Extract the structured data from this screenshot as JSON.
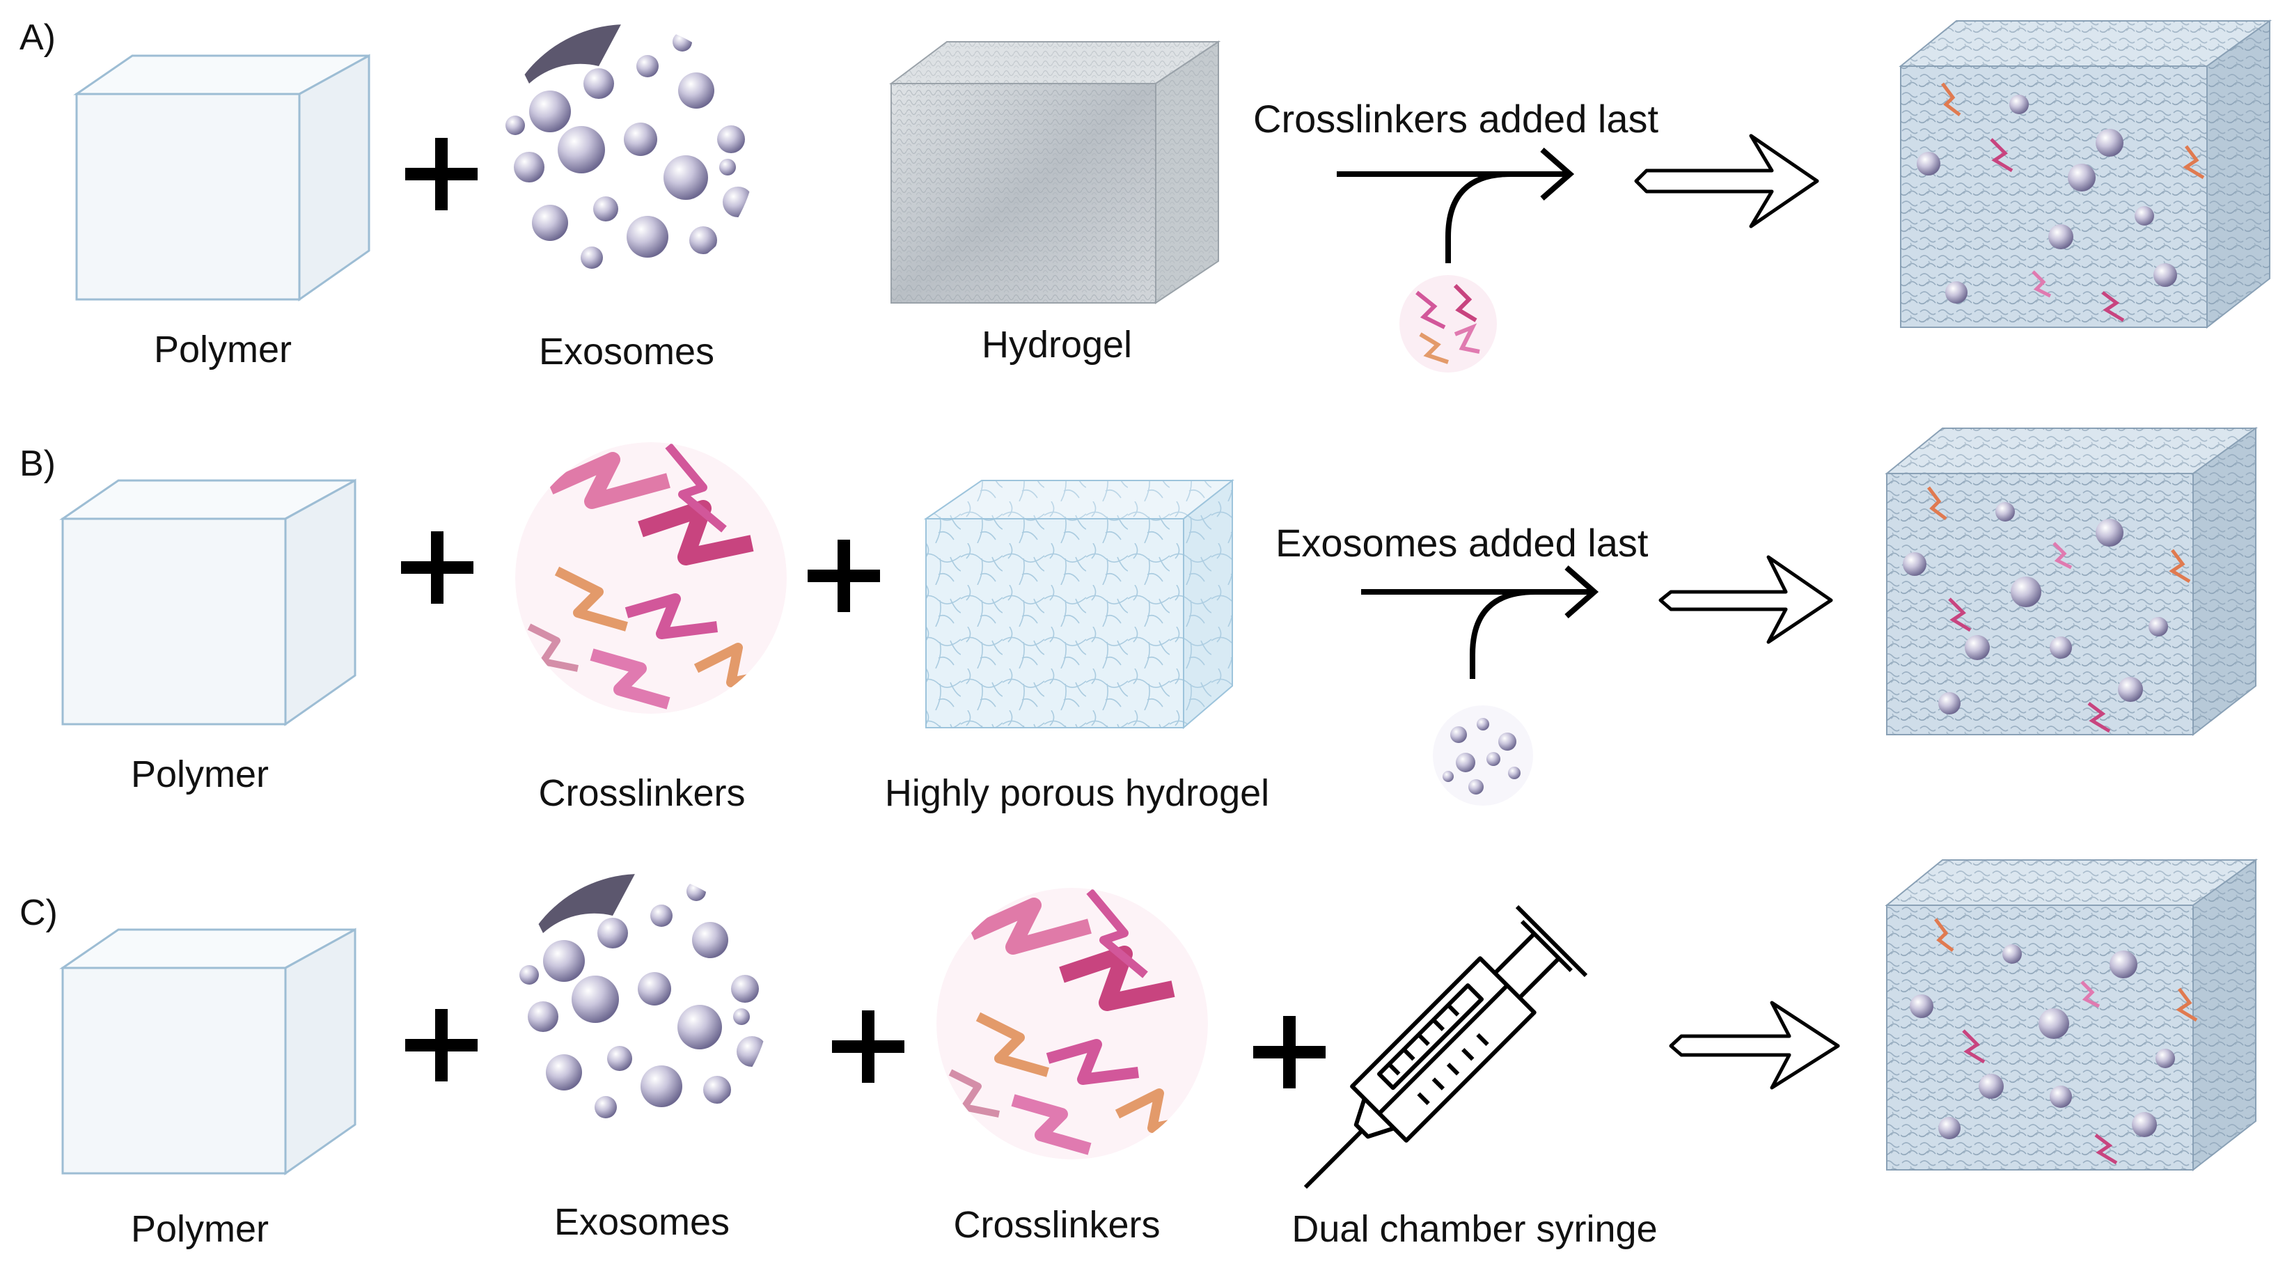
{
  "rows": [
    {
      "id": "A",
      "row_label": "A)",
      "components": [
        "Polymer",
        "Exosomes",
        "Hydrogel"
      ],
      "step_label": "Crosslinkers added last"
    },
    {
      "id": "B",
      "row_label": "B)",
      "components": [
        "Polymer",
        "Crosslinkers",
        "Highly porous hydrogel"
      ],
      "step_label": "Exosomes added last"
    },
    {
      "id": "C",
      "row_label": "C)",
      "components": [
        "Polymer",
        "Exosomes",
        "Crosslinkers",
        "Dual chamber syringe"
      ]
    }
  ],
  "colors": {
    "polymer_edge": "#8fb3cf",
    "polymer_fill": "#f2f6fa",
    "exosome": "#9a94b8",
    "crosslinker_pink": "#d2579a",
    "crosslinker_orange": "#e39a6a",
    "hydrogel_gray": "#c9ced3",
    "porous_blue": "#d9ebf5",
    "final_gel": "#c8d8e6"
  }
}
